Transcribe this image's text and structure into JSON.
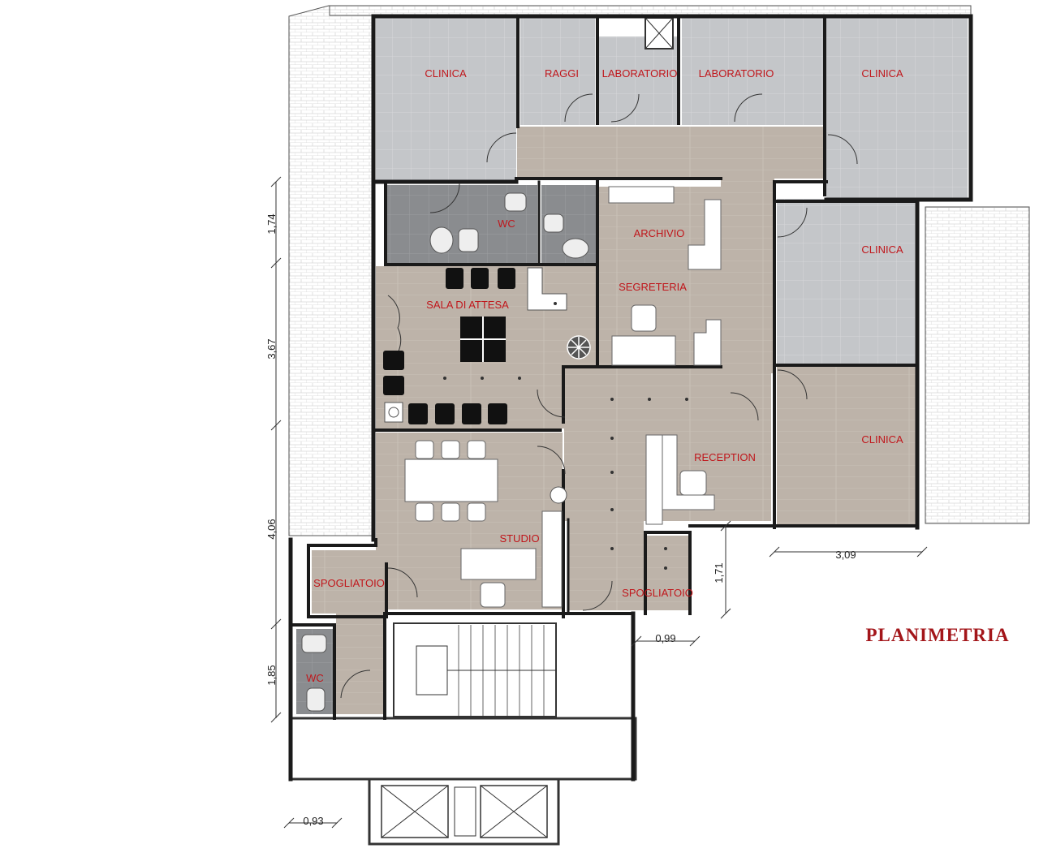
{
  "title": "PLANIMETRIA",
  "rooms": {
    "clinica_1": "CLINICA",
    "raggi": "RAGGI",
    "laboratorio_1": "LABORATORIO",
    "laboratorio_2": "LABORATORIO",
    "clinica_2": "CLINICA",
    "wc_1": "WC",
    "archivio": "ARCHIVIO",
    "segreteria": "SEGRETERIA",
    "clinica_3": "CLINICA",
    "sala_attesa": "SALA DI ATTESA",
    "clinica_4": "CLINICA",
    "reception": "RECEPTION",
    "studio": "STUDIO",
    "spogliatoio_1": "SPOGLIATOIO",
    "spogliatoio_2": "SPOGLIATOIO",
    "wc_2": "WC"
  },
  "dimensions": {
    "d174": "1,74",
    "d367": "3,67",
    "d406": "4,06",
    "d185": "1,85",
    "d309": "3,09",
    "d171": "1,71",
    "d099": "0,99",
    "d093": "0,93"
  },
  "colors": {
    "wall": "#1a1a1a",
    "grey_floor": "#c4c6c9",
    "wood_floor": "#bdb3a9",
    "wc_tile": "#8a8c8f",
    "label": "#c0161b",
    "title": "#a3161a"
  }
}
